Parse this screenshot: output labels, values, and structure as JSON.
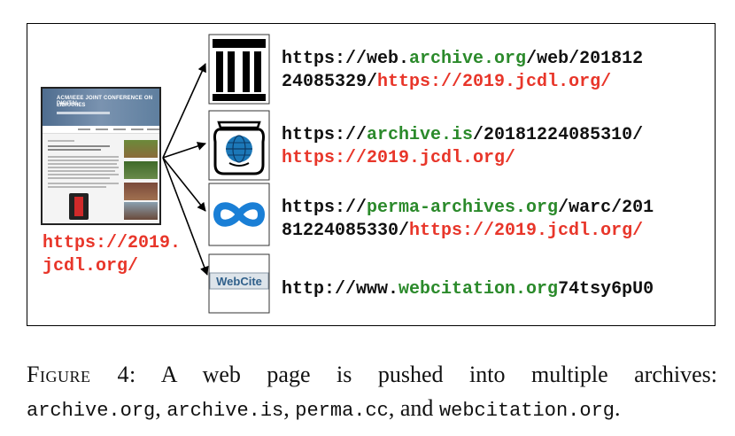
{
  "left_page": {
    "url_line1": "https://2019.",
    "url_line2": "jcdl.org/",
    "thumbnail_title_line1": "ACM/IEEE JOINT CONFERENCE ON DIGITAL",
    "thumbnail_title_line2": "LIBRARIES"
  },
  "archives": [
    {
      "icon": "archive-org-icon",
      "line1_pre": "https://web.",
      "line1_green": "archive.org",
      "line1_post": "/web/201812",
      "line2_pre": "24085329/",
      "line2_red": "https://2019.jcdl.org/"
    },
    {
      "icon": "archive-is-icon",
      "line1_pre": "https://",
      "line1_green": "archive.is",
      "line1_post": "/20181224085310/",
      "line2_red": "https://2019.jcdl.org/"
    },
    {
      "icon": "perma-icon",
      "line1_pre": "https://",
      "line1_green": "perma-archives.org",
      "line1_post": "/warc/201",
      "line2_pre": "81224085330/",
      "line2_red": "https://2019.jcdl.org/"
    },
    {
      "icon": "webcite-icon",
      "icon_text": "WebCite",
      "line1_pre": "http://www.",
      "line1_green": "webcitation.org",
      "line1_post": "74tsy6pU0"
    }
  ],
  "caption": {
    "label": "Figure 4:",
    "text1": " A web page is pushed into multiple archives:",
    "mono1": "archive.org",
    "sep1": ", ",
    "mono2": "archive.is",
    "sep2": ", ",
    "mono3": "perma.cc",
    "sep3": ", and ",
    "mono4": "webcitation.org",
    "end": "."
  },
  "colors": {
    "domain_green": "#2b8a2b",
    "url_red": "#e8362a"
  }
}
